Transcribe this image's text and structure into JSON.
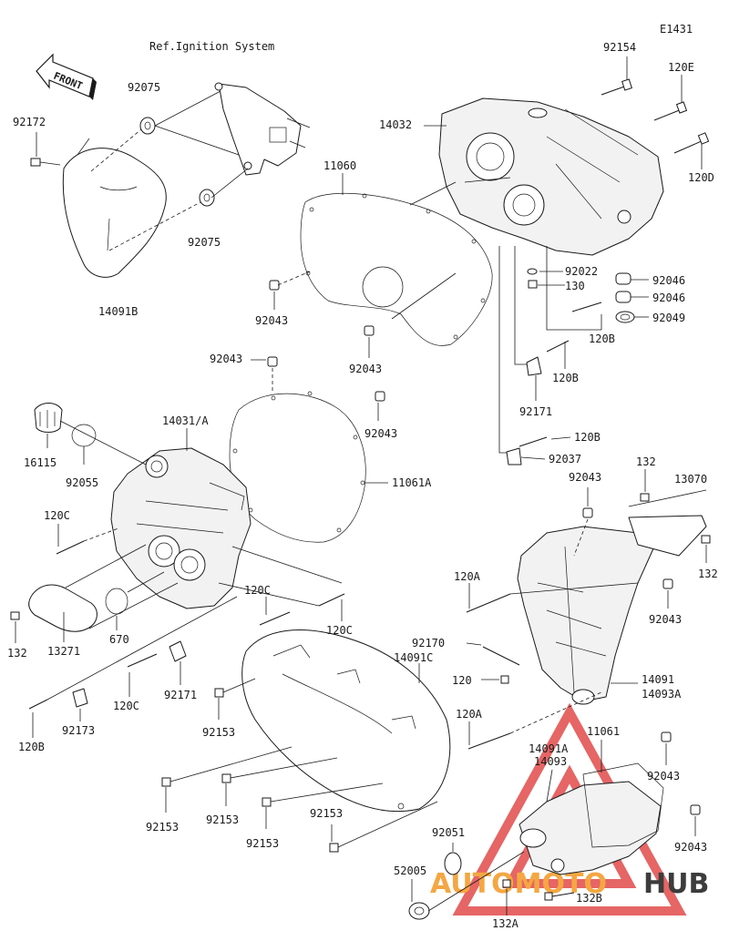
{
  "header": {
    "code": "E1431",
    "reference_note": "Ref.Ignition System",
    "front_label": "FRONT"
  },
  "watermark": {
    "brand_part1": "AUTOMOTO",
    "brand_part2": "HUB",
    "color_orange": "#f4a742",
    "color_dark": "#3c3c3c",
    "color_red": "#e24a4a"
  },
  "part_labels": {
    "p92154": "92154",
    "p120E": "120E",
    "p14032": "14032",
    "p120D": "120D",
    "p92172": "92172",
    "p92075a": "92075",
    "p92075b": "92075",
    "p14091B": "14091B",
    "p11060": "11060",
    "p92043a": "92043",
    "p92043b": "92043",
    "p92022": "92022",
    "p130": "130",
    "p92046a": "92046",
    "p92046b": "92046",
    "p92049": "92049",
    "p120Ba": "120B",
    "p120Bb": "120B",
    "p92171a": "92171",
    "p120Bc": "120B",
    "p92037": "92037",
    "p92043c": "92043",
    "p92043d": "92043",
    "p16115": "16115",
    "p92055": "92055",
    "p14031A": "14031/A",
    "p11061A": "11061A",
    "p120Ca": "120C",
    "p132a": "132",
    "p13271": "13271",
    "p670": "670",
    "p120Cb": "120C",
    "p120Cc": "120C",
    "p120Cd": "120C",
    "p92171b": "92171",
    "p92173": "92173",
    "p120Bd": "120B",
    "p92043e": "92043",
    "p132b": "132",
    "p13070": "13070",
    "p132c": "132",
    "p120Aa": "120A",
    "p92043f": "92043",
    "p92170": "92170",
    "p14091C": "14091C",
    "p120": "120",
    "p14091": "14091",
    "p14093A": "14093A",
    "p92153a": "92153",
    "p120Ab": "120A",
    "p11061": "11061",
    "p14091A": "14091A",
    "p14093": "14093",
    "p92043g": "92043",
    "p92153b": "92153",
    "p92153c": "92153",
    "p92153d": "92153",
    "p92153e": "92153",
    "p92051": "92051",
    "p92043h": "92043",
    "p52005": "52005",
    "p132A": "132A",
    "p132B": "132B"
  }
}
